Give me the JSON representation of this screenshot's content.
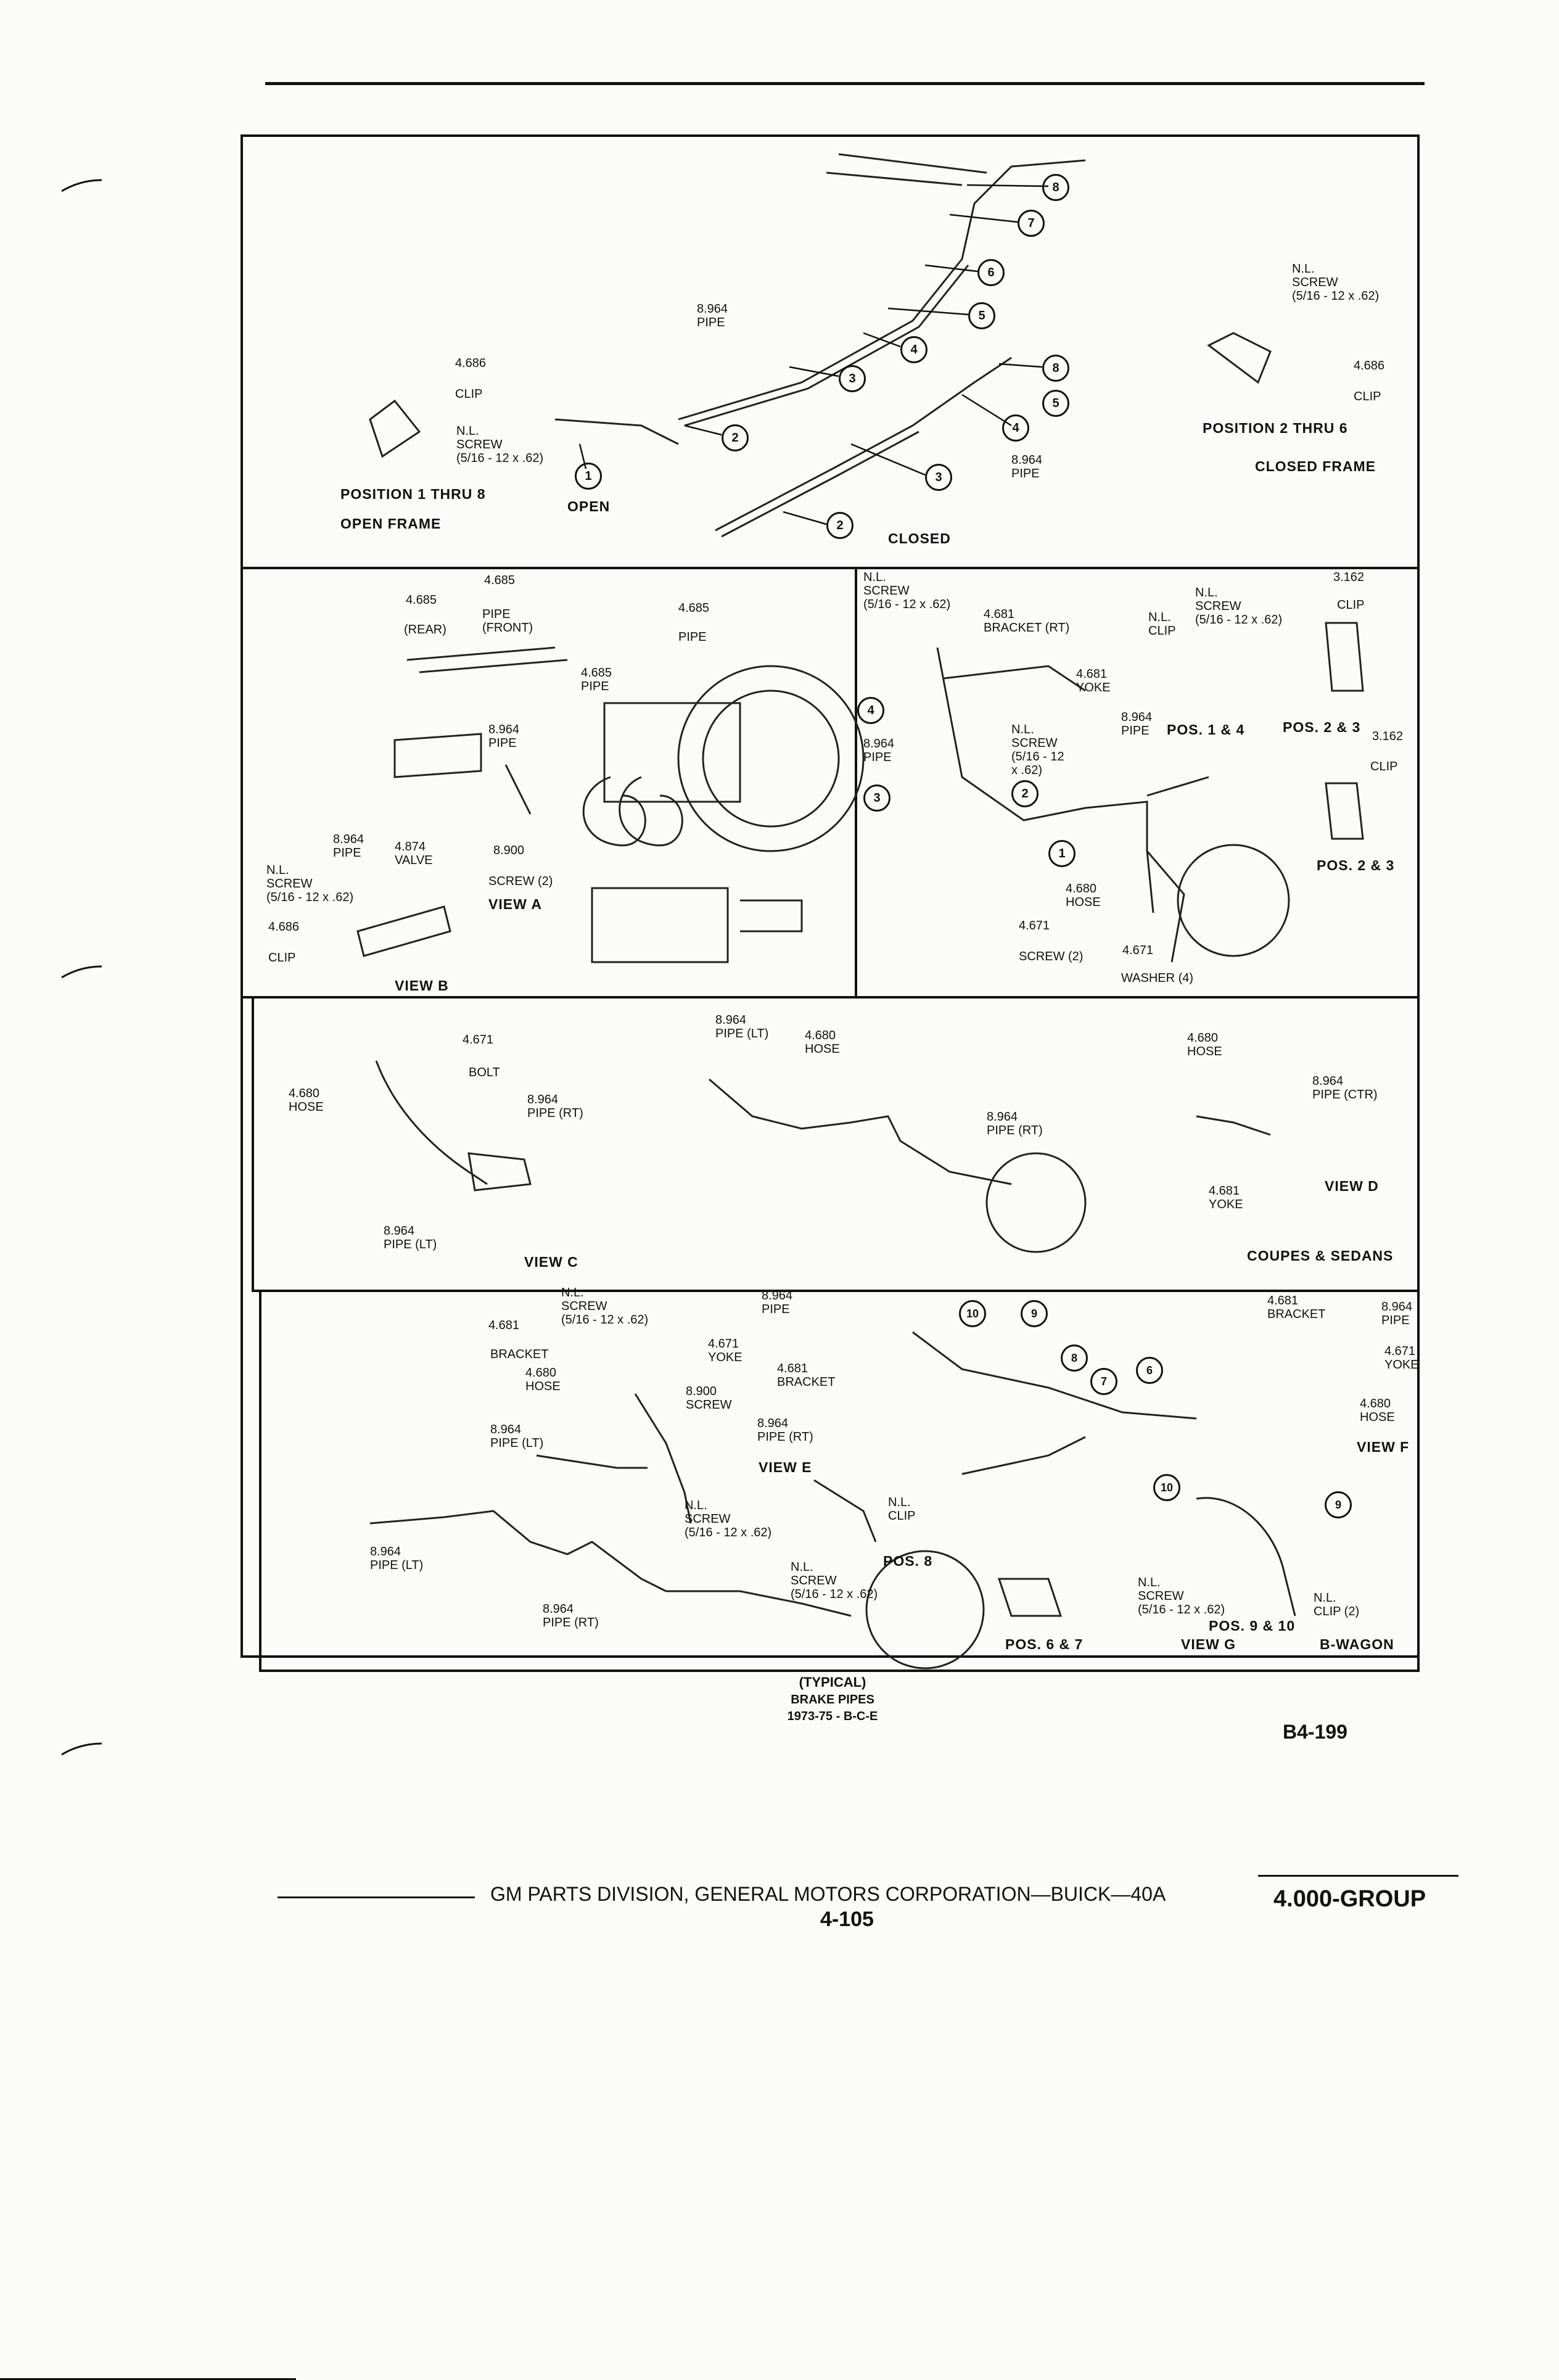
{
  "figure": {
    "panel1": {
      "callouts": [
        "8",
        "7",
        "6",
        "5",
        "4",
        "3",
        "2",
        "1",
        "8",
        "5",
        "4",
        "3",
        "2"
      ],
      "labels": {
        "pipe_top": "8.964\nPIPE",
        "left_4686": "4.686",
        "left_clip": "CLIP",
        "left_screw": "N.L.\nSCREW\n(5/16 - 12 x .62)",
        "pos1_8": "POSITION 1 THRU 8",
        "open_frame": "OPEN FRAME",
        "open": "OPEN",
        "closed": "CLOSED",
        "pipe_mid": "8.964\nPIPE",
        "right_screw": "N.L.\nSCREW\n(5/16 - 12 x .62)",
        "right_4686": "4.686",
        "right_clip": "CLIP",
        "pos2_6": "POSITION 2 THRU 6",
        "closed_frame": "CLOSED FRAME"
      }
    },
    "panel2": {
      "labels": {
        "p4685a": "4.685",
        "p4685b": "4.685",
        "rear": "(REAR)",
        "pipe_front": "PIPE\n(FRONT)",
        "p4685c": "4.685",
        "pipe_c": "PIPE",
        "p4685d": "4.685\nPIPE",
        "pipe8964": "8.964\nPIPE",
        "pipe8964b": "8.964\nPIPE",
        "valve": "4.874\nVALVE",
        "p8900": "8.900",
        "screw2": "SCREW (2)",
        "view_a": "VIEW A",
        "nlscrew": "N.L.\nSCREW\n(5/16 - 12 x .62)",
        "p4686": "4.686",
        "clip": "CLIP",
        "view_b": "VIEW B"
      }
    },
    "panel3": {
      "callouts": [
        "4",
        "3",
        "2",
        "1"
      ],
      "labels": {
        "nlscrew": "N.L.\nSCREW\n(5/16 - 12 x .62)",
        "bracket": "4.681\nBRACKET (RT)",
        "pipe": "8.964\nPIPE",
        "screw2": "N.L.\nSCREW\n(5/16 - 12\nx .62)",
        "yoke": "4.681\nYOKE",
        "pipe2": "8.964\nPIPE",
        "nlclip": "N.L.\nCLIP",
        "nlscrew2": "N.L.\nSCREW\n(5/16 - 12 x .62)",
        "p3162": "3.162",
        "clip": "CLIP",
        "pos14": "POS. 1 & 4",
        "pos23": "POS. 2 & 3",
        "p3162b": "3.162",
        "clip2": "CLIP",
        "pos23b": "POS. 2 & 3",
        "hose": "4.680\nHOSE",
        "p4671": "4.671",
        "screw2b": "SCREW (2)",
        "p4671b": "4.671",
        "washer": "WASHER (4)"
      }
    },
    "panel4": {
      "labels": {
        "p4671": "4.671",
        "bolt": "BOLT",
        "hose": "4.680\nHOSE",
        "pipert": "8.964\nPIPE (RT)",
        "pipelt": "8.964\nPIPE (LT)",
        "view_c": "VIEW C",
        "pipelt2": "8.964\nPIPE (LT)",
        "hose2": "4.680\nHOSE",
        "pipert2": "8.964\nPIPE (RT)",
        "hose3": "4.680\nHOSE",
        "pipectr": "8.964\nPIPE (CTR)",
        "yoke": "4.681\nYOKE",
        "view_d": "VIEW D",
        "coupes": "COUPES & SEDANS"
      }
    },
    "panel5": {
      "callouts": [
        "10",
        "9",
        "8",
        "7",
        "6",
        "10",
        "9"
      ],
      "labels": {
        "nlscrew": "N.L.\nSCREW\n(5/16 - 12 x .62)",
        "p4681": "4.681",
        "bracket": "BRACKET",
        "pipe": "8.964\nPIPE",
        "yoke": "4.671\nYOKE",
        "hose": "4.680\nHOSE",
        "bracket2": "4.681\nBRACKET",
        "screw": "8.900\nSCREW",
        "pipelt": "8.964\nPIPE (LT)",
        "pipert": "8.964\nPIPE (RT)",
        "view_e": "VIEW E",
        "nlscrew2": "N.L.\nSCREW\n(5/16 - 12 x .62)",
        "nlclip": "N.L.\nCLIP",
        "pos8": "POS. 8",
        "nlscrew3": "N.L.\nSCREW\n(5/16 - 12 x .62)",
        "pipelt2": "8.964\nPIPE (LT)",
        "pipert2": "8.964\nPIPE (RT)",
        "pos67": "POS. 6 & 7",
        "bracket3": "4.681\nBRACKET",
        "pipe3": "8.964\nPIPE",
        "yoke2": "4.671\nYOKE",
        "hose2": "4.680\nHOSE",
        "view_f": "VIEW F",
        "nlscrew4": "N.L.\nSCREW\n(5/16 - 12 x .62)",
        "pos910": "POS. 9 & 10",
        "view_g": "VIEW G",
        "nlclip2": "N.L.\nCLIP (2)",
        "bwagon": "B-WAGON"
      }
    }
  },
  "caption": {
    "line1": "(TYPICAL)",
    "line2": "BRAKE PIPES",
    "line3": "1973-75 - B-C-E"
  },
  "figure_id": "B4-199",
  "footer": {
    "company": "GM PARTS DIVISION, GENERAL MOTORS CORPORATION—BUICK—40A",
    "page": "4-105",
    "group": "4.000-GROUP"
  }
}
